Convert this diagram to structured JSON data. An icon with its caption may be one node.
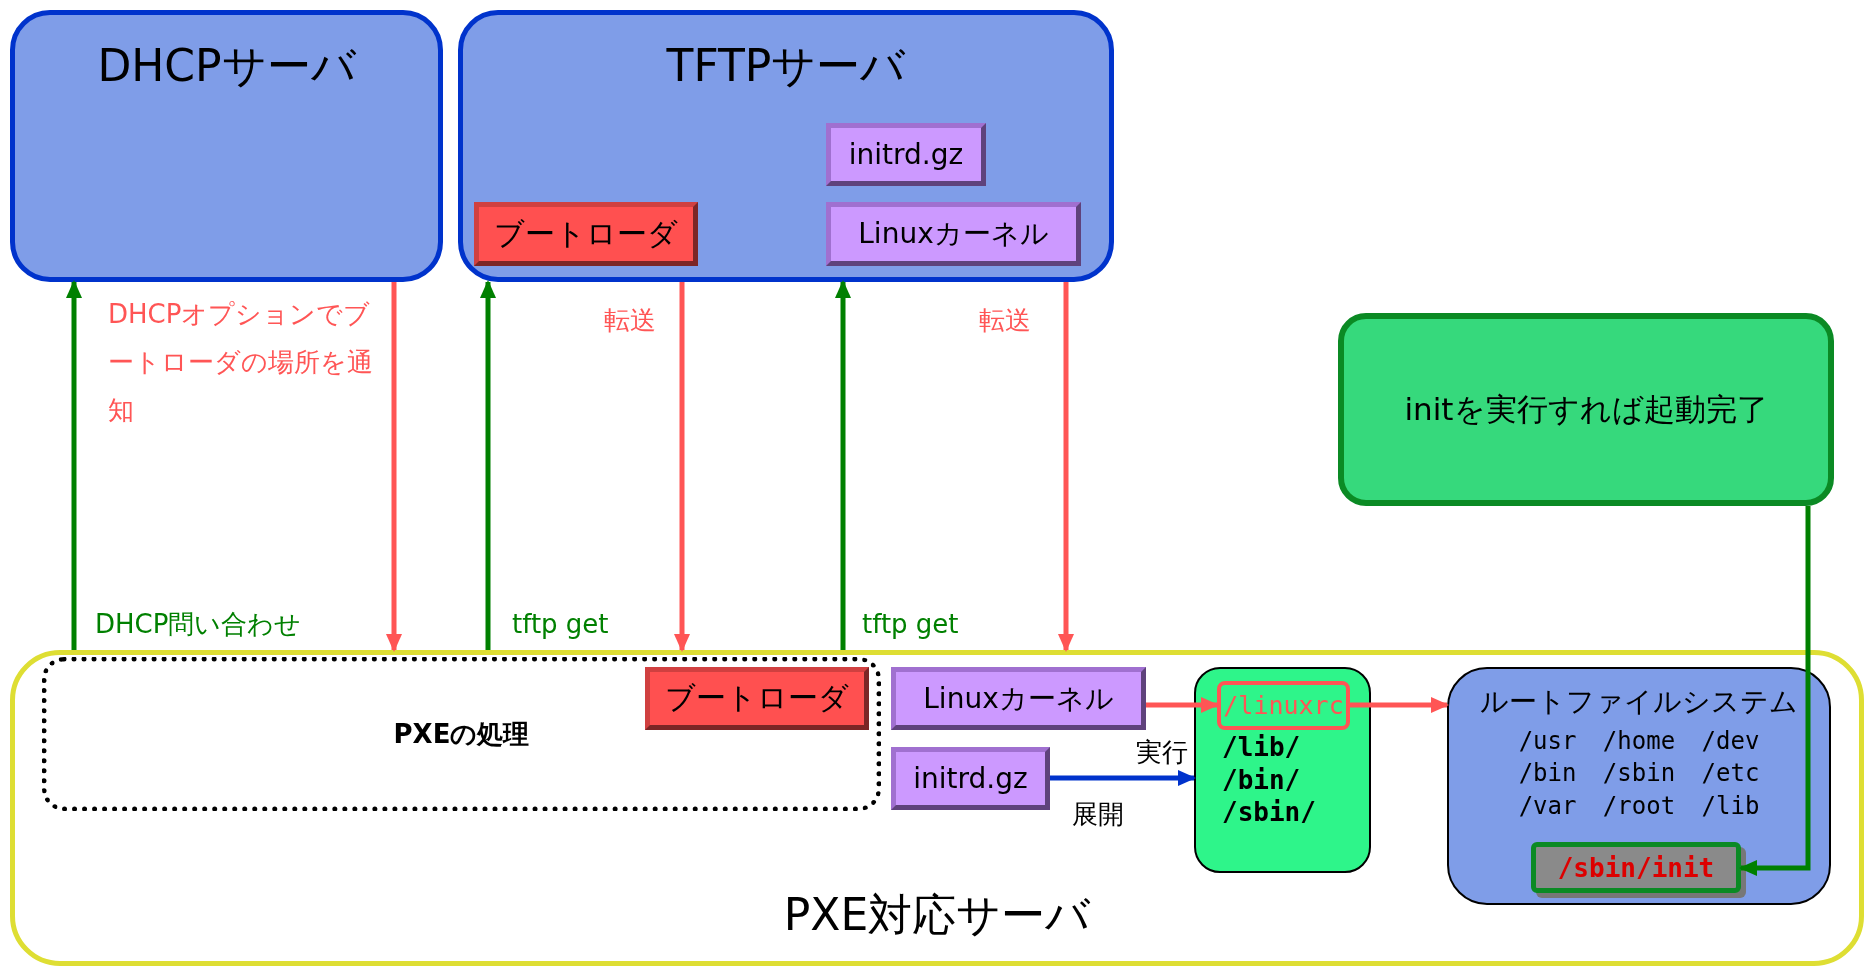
{
  "diagram": {
    "nodes": [
      {
        "text": [
          "DHCPサーバ"
        ]
      },
      {
        "text": [
          "TFTPサーバ"
        ]
      },
      {
        "text": [
          "ブートローダ"
        ],
        "in": 1
      },
      {
        "text": [
          "initrd.gz"
        ],
        "in": 1
      },
      {
        "text": [
          "Linuxカーネル"
        ],
        "in": 1
      },
      {
        "text": [
          "initを実行すれば起動完了"
        ]
      },
      {
        "text": [
          "PXE対応サーバ"
        ]
      },
      {
        "text": [
          "PXEの処理"
        ],
        "in": 6
      },
      {
        "text": [
          "ブートローダ"
        ],
        "in": 7
      },
      {
        "text": [
          "Linuxカーネル"
        ],
        "in": 6
      },
      {
        "text": [
          "initrd.gz"
        ],
        "in": 6
      },
      {
        "text": [
          "/lib/ /bin/ /sbin/"
        ],
        "in": 6
      },
      {
        "text": [
          "/linuxrc"
        ],
        "in": 11
      },
      {
        "text": [
          "ルートファイルシステム",
          "/usr /home /dev",
          "/bin /sbin /etc",
          "/var /root /lib"
        ],
        "in": 6
      },
      {
        "text": [
          "/sbin/init"
        ],
        "in": 13
      }
    ],
    "edges": [
      {
        "from": 6,
        "to": 0,
        "arrow": "to",
        "label": "DHCP問い合わせ",
        "color": "#008000"
      },
      {
        "from": 0,
        "to": 6,
        "arrow": "to",
        "label": "DHCPオプションでブートローダの場所を通知",
        "color": "#ff5555"
      },
      {
        "from": 6,
        "to": 1,
        "arrow": "to",
        "label": "tftp get",
        "color": "#008000"
      },
      {
        "from": 1,
        "to": 6,
        "arrow": "to",
        "label": "転送",
        "color": "#ff5555"
      },
      {
        "from": 6,
        "to": 1,
        "arrow": "to",
        "label": "tftp get",
        "color": "#008000"
      },
      {
        "from": 1,
        "to": 6,
        "arrow": "to",
        "label": "転送",
        "color": "#ff5555"
      },
      {
        "from": 9,
        "to": 12,
        "arrow": "to",
        "label": "実行",
        "color": "#ff5555"
      },
      {
        "from": 12,
        "to": 13,
        "arrow": "to",
        "color": "#ff5555"
      },
      {
        "from": 10,
        "to": 11,
        "arrow": "to",
        "label": "展開",
        "color": "#0033cc"
      },
      {
        "from": 5,
        "to": 14,
        "arrow": "to",
        "color": "#008000"
      }
    ]
  }
}
